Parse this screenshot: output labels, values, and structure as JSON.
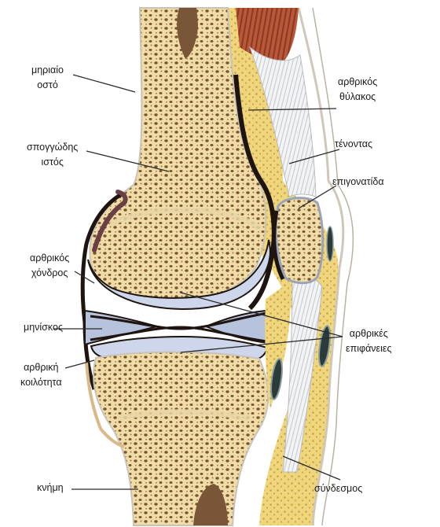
{
  "labels": {
    "marrow": [
      "μηριαίο",
      "οστό"
    ],
    "spongy": [
      "σπογγώδης",
      "ιστός"
    ],
    "capsule": [
      "αρθρικός",
      "θύλακος"
    ],
    "tendon": "τένοντας",
    "patella": "επιγονατίδα",
    "cartilage": [
      "αρθρικός",
      "χόνδρος"
    ],
    "meniscus": "μηνίσκος",
    "surfaces": [
      "αρθρικές",
      "επιφάνειες"
    ],
    "cavity": [
      "αρθρική",
      "κοιλότητα"
    ],
    "tibia": "κνήμη",
    "ligament": "σύνδεσμος"
  },
  "colors": {
    "bone": "#f0dca6",
    "pores": "#7a5330",
    "marrow": "#7a5638",
    "cartilage": "#cdd6ea",
    "dark": "#1e1410",
    "fat": "#efd67e",
    "fat_dots": "#c9a63a",
    "tendon": "#eef0f3",
    "muscle": "#a8492c",
    "outline": "#c9c4ba"
  }
}
